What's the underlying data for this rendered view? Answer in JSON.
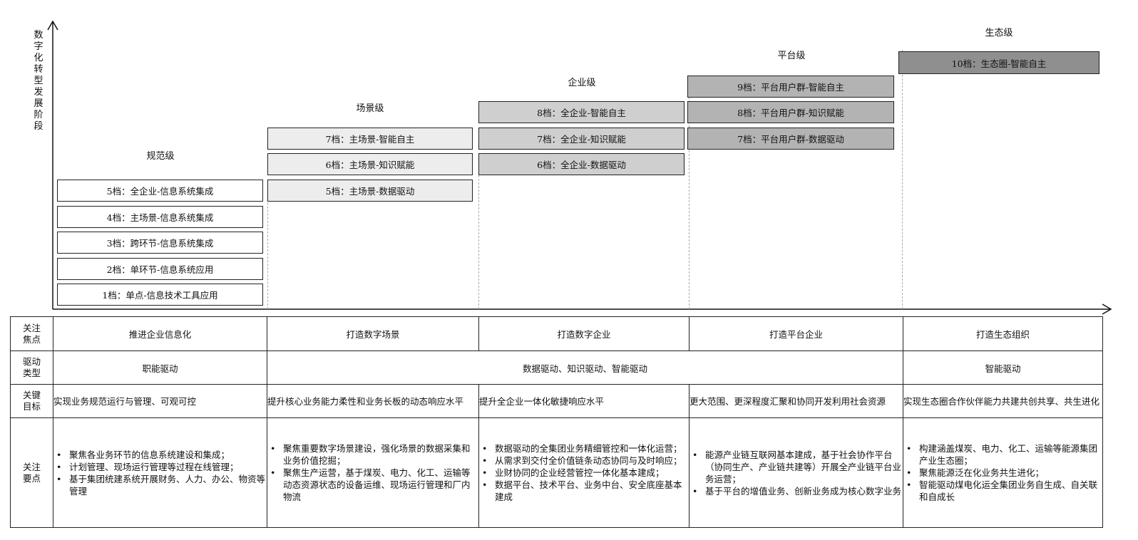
{
  "y_axis_label": "数字化转型发展阶段",
  "stages": [
    {
      "title": "规范级",
      "levels": [
        "1档：单点-信息技术工具应用",
        "2档：单环节-信息系统应用",
        "3档：跨环节-信息系统集成",
        "4档：主场景-信息系统集成",
        "5档：全企业-信息系统集成"
      ],
      "fill": "#ffffff"
    },
    {
      "title": "场景级",
      "levels": [
        "5档：主场景-数据驱动",
        "6档：主场景-知识赋能",
        "7档：主场景-智能自主"
      ],
      "fill": "#ededed"
    },
    {
      "title": "企业级",
      "levels": [
        "6档：全企业-数据驱动",
        "7档：全企业-知识赋能",
        "8档：全企业-智能自主"
      ],
      "fill": "#cfcfcf"
    },
    {
      "title": "平台级",
      "levels": [
        "7档：平台用户群-数据驱动",
        "8档：平台用户群-知识赋能",
        "9档：平台用户群-智能自主"
      ],
      "fill": "#b3b3b3"
    },
    {
      "title": "生态级",
      "levels": [
        "10档：生态圈-智能自主"
      ],
      "fill": "#8f8f8f"
    }
  ],
  "table": {
    "focus": {
      "head": "关注焦点",
      "cells": [
        "推进企业信息化",
        "打造数字场景",
        "打造数字企业",
        "打造平台企业",
        "打造生态组织"
      ]
    },
    "drive": {
      "head": "驱动类型",
      "cells": [
        "职能驱动",
        "数据驱动、知识驱动、智能驱动",
        "智能驱动"
      ]
    },
    "goal": {
      "head": "关键目标",
      "cells": [
        "实现业务规范运行与管理、可观可控",
        "提升核心业务能力柔性和业务长板的动态响应水平",
        "提升全企业一体化敏捷响应水平",
        "更大范围、更深程度汇聚和协同开发利用社会资源",
        "实现生态圈合作伙伴能力共建共创共享、共生进化"
      ]
    },
    "points": {
      "head": "关注要点",
      "cells": [
        [
          "聚焦各业务环节的信息系统建设和集成；",
          "计划管理、现场运行管理等过程在线管理；",
          "基于集团统建系统开展财务、人力、办公、物资等管理"
        ],
        [
          "聚焦重要数字场景建设，强化场景的数据采集和业务价值挖掘；",
          "聚焦生产运营，基于煤炭、电力、化工、运输等动态资源状态的设备运维、现场运行管理和厂内物流"
        ],
        [
          "数据驱动的全集团业务精细管控和一体化运营；",
          "从需求到交付全价值链条动态协同与及时响应；",
          "业财协同的企业经营管控一体化基本建成；",
          "数据平台、技术平台、业务中台、安全底座基本建成"
        ],
        [
          "能源产业链互联网基本建成，基于社会协作平台（协同生产、产业链共建等）开展全产业链平台业务运营；",
          "基于平台的增值业务、创新业务成为核心数字业务"
        ],
        [
          "构建涵盖煤炭、电力、化工、运输等能源集团产业生态圈；",
          "聚焦能源泛在化业务共生进化；",
          "智能驱动煤电化运全集团业务自生成、自关联和自成长"
        ]
      ]
    }
  }
}
